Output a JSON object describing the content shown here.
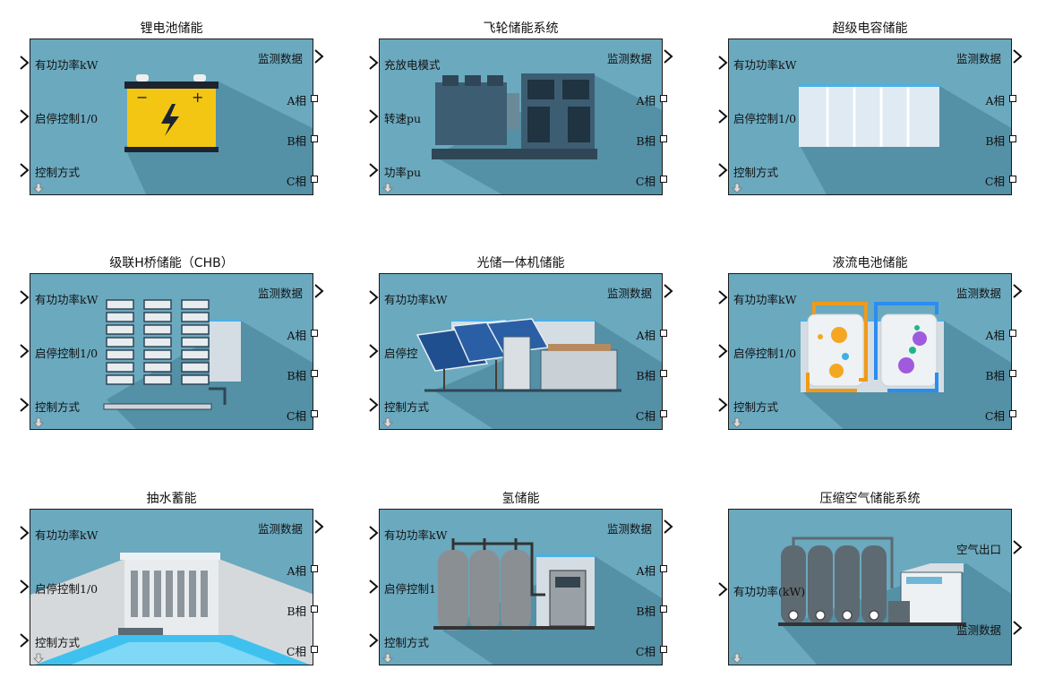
{
  "blocks": [
    {
      "title": "锂电池储能",
      "inputs": [
        "有功功率kW",
        "启停控制1/0",
        "控制方式"
      ],
      "outputs": [
        "监测数据",
        "A相",
        "B相",
        "C相"
      ]
    },
    {
      "title": "飞轮储能系统",
      "inputs": [
        "充放电模式",
        "转速pu",
        "功率pu"
      ],
      "outputs": [
        "监测数据",
        "A相",
        "B相",
        "C相"
      ]
    },
    {
      "title": "超级电容储能",
      "inputs": [
        "有功功率kW",
        "启停控制1/0",
        "控制方式"
      ],
      "outputs": [
        "监测数据",
        "A相",
        "B相",
        "C相"
      ]
    },
    {
      "title": "级联H桥储能（CHB）",
      "inputs": [
        "有功功率kW",
        "启停控制1/0",
        "控制方式"
      ],
      "outputs": [
        "监测数据",
        "A相",
        "B相",
        "C相"
      ]
    },
    {
      "title": "光储一体机储能",
      "inputs": [
        "有功功率kW",
        "启停控",
        "控制方式"
      ],
      "outputs": [
        "监测数据",
        "A相",
        "B相",
        "C相"
      ]
    },
    {
      "title": "液流电池储能",
      "inputs": [
        "有功功率kW",
        "启停控制1/0",
        "控制方式"
      ],
      "outputs": [
        "监测数据",
        "A相",
        "B相",
        "C相"
      ]
    },
    {
      "title": "抽水蓄能",
      "inputs": [
        "有功功率kW",
        "启停控制1/0",
        "控制方式"
      ],
      "outputs": [
        "监测数据",
        "A相",
        "B相",
        "C相"
      ]
    },
    {
      "title": "氢储能",
      "inputs": [
        "有功功率kW",
        "启停控制1",
        "控制方式"
      ],
      "outputs": [
        "监测数据",
        "A相",
        "B相",
        "C相"
      ]
    },
    {
      "title": "压缩空气储能系统",
      "inputs": [
        "有功功率(kW)"
      ],
      "outputs": [
        "空气出口",
        "监测数据"
      ]
    }
  ],
  "colors": {
    "block_bg": "#6ba9bf",
    "border": "#1a1a1a"
  }
}
